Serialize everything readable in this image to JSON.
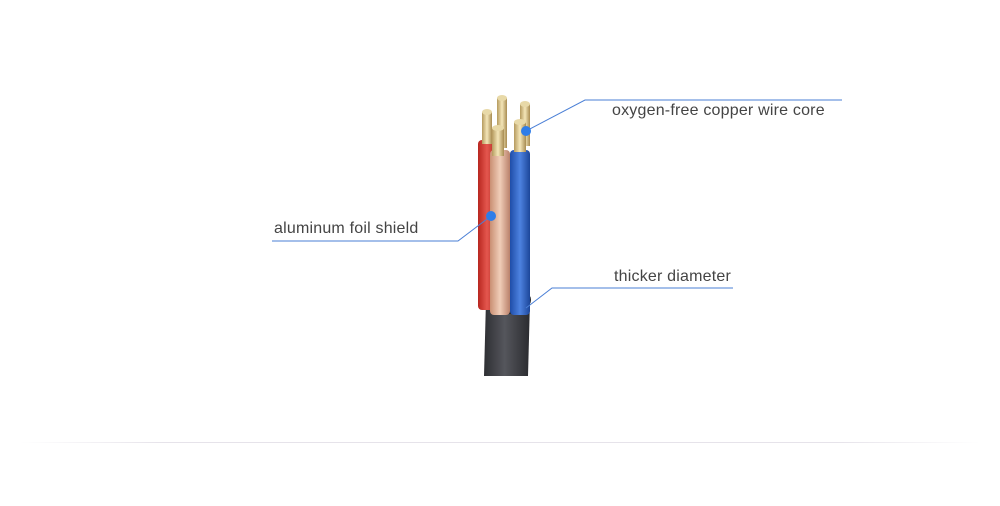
{
  "callouts": {
    "core": "oxygen-free copper wire core",
    "shield": "aluminum foil shield",
    "diameter": "thicker diameter"
  },
  "colors": {
    "leader": "#4a7fd6",
    "dot": "#2f7de8",
    "jacket": "#3d3e43",
    "red_wire": "#d63a34",
    "blue_wire": "#2a5fc4",
    "copper_wire": "#e2b59c"
  }
}
